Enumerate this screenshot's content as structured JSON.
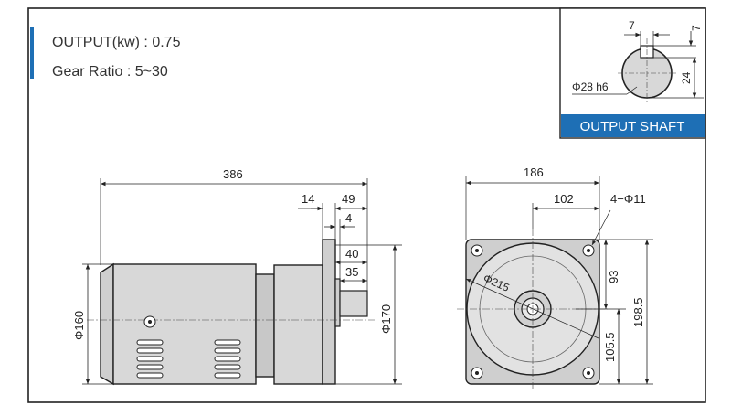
{
  "specs": {
    "output": "OUTPUT(kw) : 0.75",
    "gear_ratio": "Gear Ratio : 5~30"
  },
  "output_shaft": {
    "caption": "OUTPUT SHAFT",
    "key_width": "7",
    "key_depth": "7",
    "height": "24",
    "diameter": "Φ28 h6"
  },
  "side_view": {
    "overall_length": "386",
    "flange_thickness": "14",
    "shaft_total": "49",
    "gap": "4",
    "shaft_length": "40",
    "key_length": "35",
    "motor_diameter": "Φ160",
    "flange_pilot_diameter": "Φ170"
  },
  "front_view": {
    "width": "186",
    "half_width": "102",
    "bolt_holes": "4−Φ11",
    "pcd": "Φ215",
    "upper_height": "93",
    "total_height": "198.5",
    "lower_height": "105.5"
  },
  "colors": {
    "accent": "#1e6fb5",
    "caption_bg": "#1e6fb5",
    "body_gray": "#d8d8d8",
    "frame_gray": "#c8c8c8",
    "stroke": "#222222"
  }
}
